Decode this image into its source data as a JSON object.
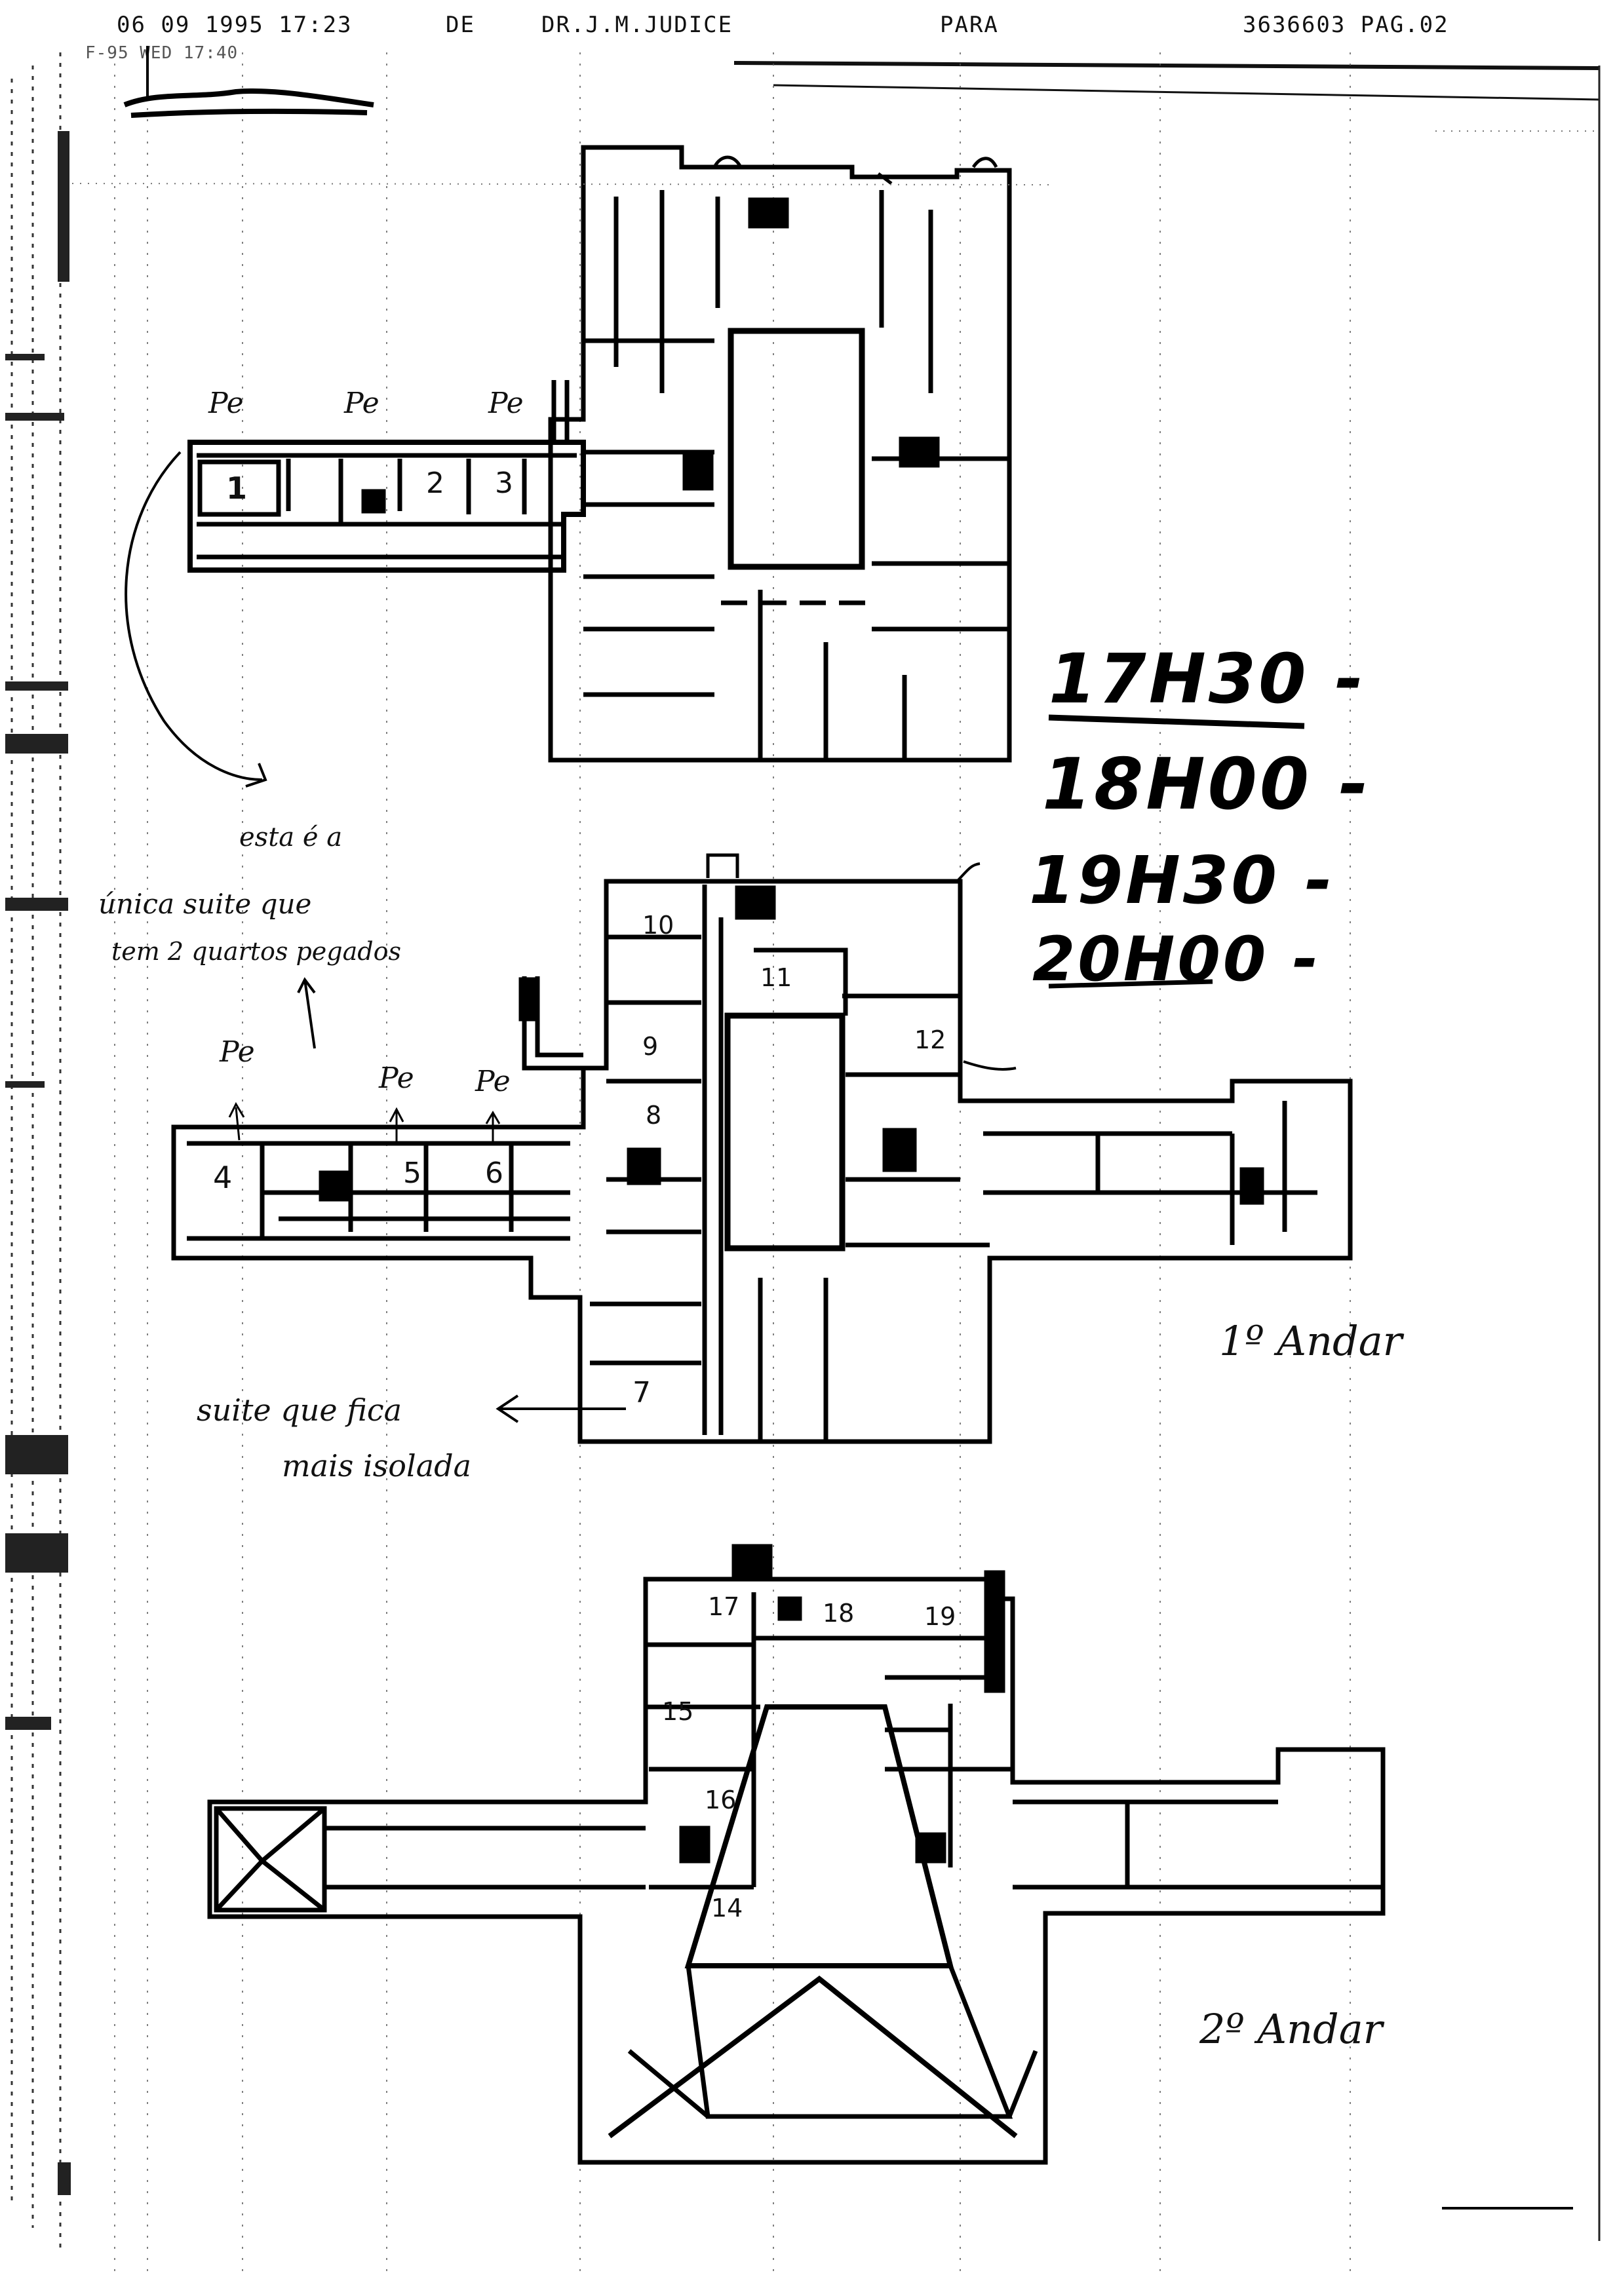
{
  "fax_header": {
    "date_time": "06 09 1995 17:23",
    "de_label": "DE",
    "from": "DR.J.M.JUDICE",
    "para_label": "PARA",
    "number_page": "3636603 PAG.02",
    "sub_line": "F-95 WED 17:40"
  },
  "timetable": [
    "17H30 -",
    "18H00 -",
    "19H30 -",
    "20H00 -"
  ],
  "annotations": {
    "note_line1": "esta é a",
    "note_line2": "única suite que",
    "note_line3": "tem 2 quartos pegados",
    "isolated_line1": "suite que fica",
    "isolated_line2": "mais isolada",
    "pe_label": "Pe"
  },
  "floors": {
    "first": "1º Andar",
    "second": "2º Andar"
  },
  "rooms": {
    "r1": "1",
    "r2": "2",
    "r3": "3",
    "r4": "4",
    "r5": "5",
    "r6": "6",
    "r7": "7",
    "r8": "8",
    "r9": "9",
    "r10": "10",
    "r11": "11",
    "r12": "12",
    "r14": "14",
    "r15": "15",
    "r16": "16",
    "r17": "17",
    "r18": "18",
    "r19": "19"
  }
}
